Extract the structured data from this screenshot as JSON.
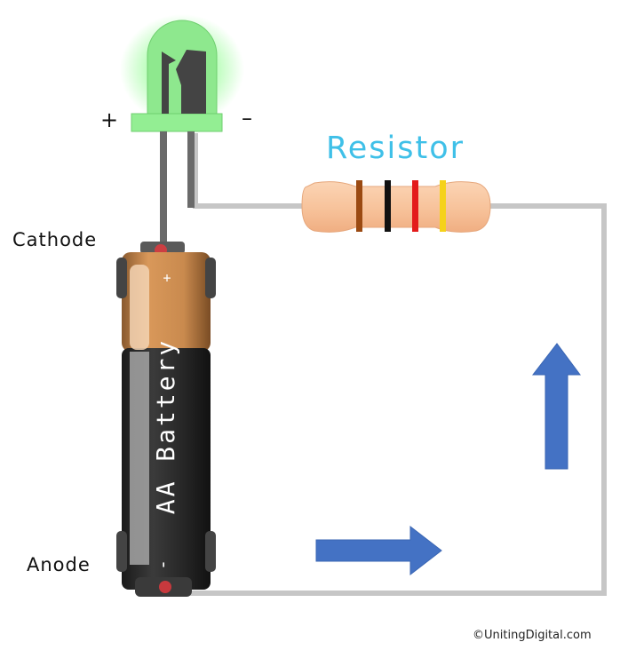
{
  "labels": {
    "resistor": "Resistor",
    "cathode": "Cathode",
    "anode": "Anode",
    "plus": "+",
    "minus": "–",
    "battery_text": "AA Battery",
    "battery_plus": "+",
    "battery_minus": "-",
    "credit": "©UnitingDigital.com"
  },
  "colors": {
    "led_glow": "#7CFC7C",
    "led_body": "#8ee88e",
    "wire": "#c6c6c6",
    "resistor_body": "#f8c49c",
    "arrow": "#4472c4",
    "resistor_title": "#3fc0e8",
    "battery_top": "#c98a4e",
    "battery_bottom": "#2a2a2a",
    "band_colors": [
      "#9b4a12",
      "#111111",
      "#e31b1b",
      "#f5d21a"
    ]
  },
  "icons": [
    "led-icon",
    "resistor-icon",
    "battery-icon",
    "arrow-right-icon",
    "arrow-up-icon"
  ]
}
